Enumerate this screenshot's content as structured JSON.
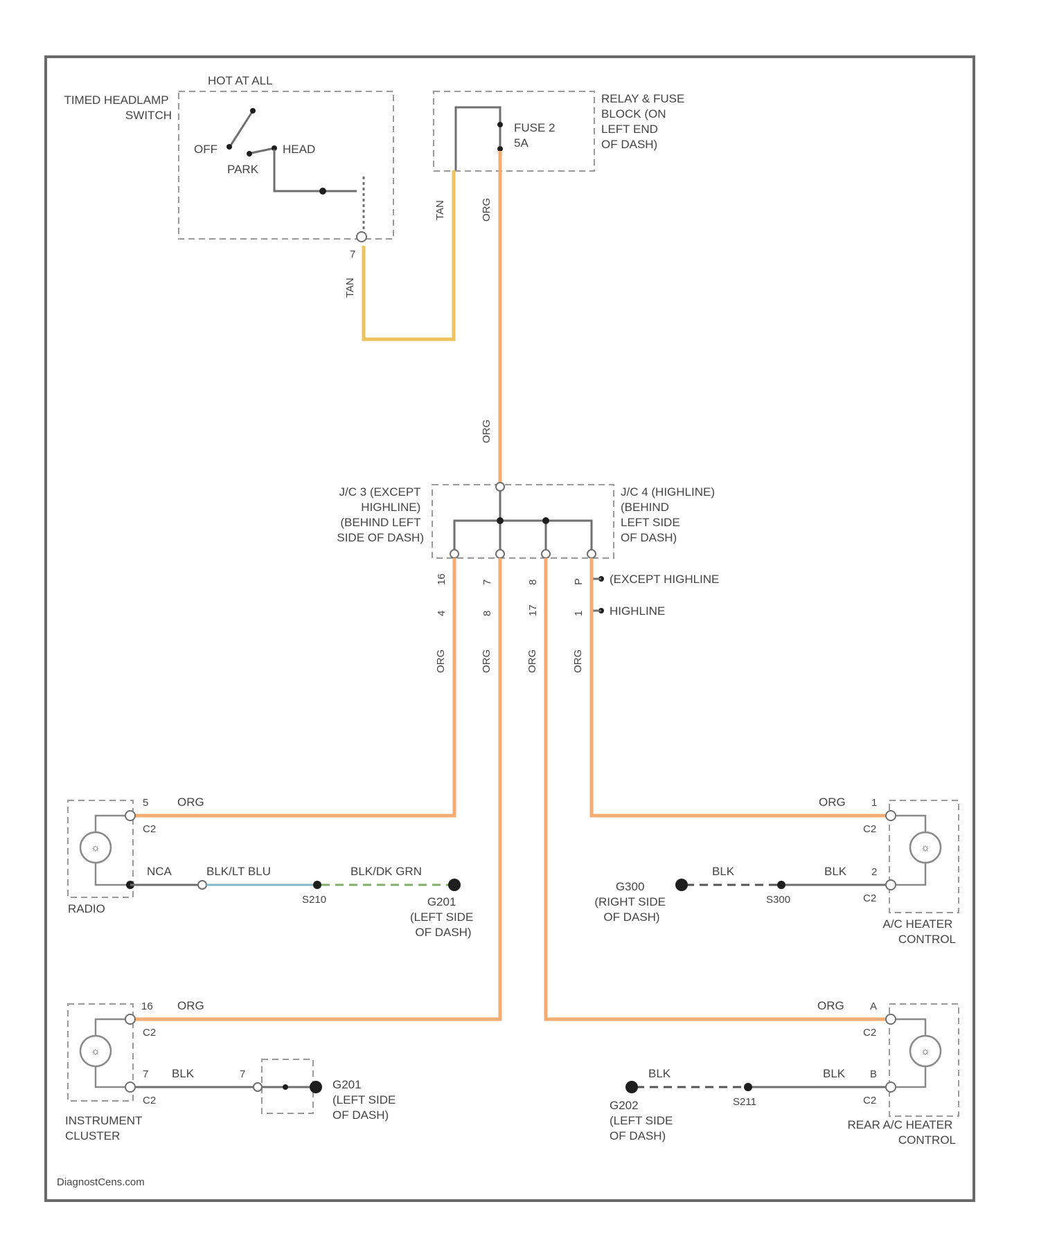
{
  "colors": {
    "orange": "#f2ab70",
    "tan": "#ecc35f",
    "gray": "#6f6f6f",
    "blu": "#7fb9c9",
    "grn": "#7fae6a",
    "black": "#1e1e1e"
  },
  "watermark": "DiagnostCens.com",
  "headlamp_switch": {
    "name": [
      "TIMED HEADLAMP",
      "SWITCH"
    ],
    "note": "HOT AT ALL",
    "positions": [
      "OFF",
      "PARK",
      "HEAD"
    ]
  },
  "fuse_block": {
    "fuse": [
      "FUSE 2",
      "5A"
    ],
    "location": [
      "RELAY & FUSE",
      "BLOCK (ON",
      "LEFT END",
      "OF DASH)"
    ]
  },
  "wires": {
    "tan": "TAN",
    "org": "ORG",
    "blk": "BLK",
    "nca": "NCA",
    "blk_lt_blu": "BLK/LT BLU",
    "blk_dk_grn": "BLK/DK GRN"
  },
  "junction": {
    "left_label": [
      "J/C 3 (EXCEPT",
      "HIGHLINE)",
      "(BEHIND LEFT",
      "SIDE OF DASH)"
    ],
    "right_label": [
      "J/C 4 (HIGHLINE)",
      "(BEHIND",
      "LEFT SIDE",
      "OF DASH)"
    ],
    "pins_row1": [
      "16",
      "7",
      "8",
      "P"
    ],
    "pins_row2": [
      "4",
      "8",
      "17",
      "1"
    ],
    "variant_1": "(EXCEPT HIGHLINE",
    "variant_2": "HIGHLINE"
  },
  "radio": {
    "name": "RADIO",
    "pin_top": "5",
    "conn_top": "C2",
    "splice": "S210",
    "ground": [
      "G201",
      "(LEFT SIDE",
      "OF DASH)"
    ]
  },
  "ac_heater": {
    "name": [
      "A/C HEATER",
      "CONTROL"
    ],
    "pin_top": "1",
    "conn_top": "C2",
    "pin_bottom": "2",
    "conn_bottom": "C2",
    "splice": "S300",
    "ground": [
      "G300",
      "(RIGHT SIDE",
      "OF DASH)"
    ]
  },
  "cluster": {
    "name": [
      "INSTRUMENT",
      "CLUSTER"
    ],
    "pin_top": "16",
    "conn_top": "C2",
    "pin_bottom": "7",
    "conn_bottom": "C2",
    "pin_inline": "7",
    "ground": [
      "G201",
      "(LEFT SIDE",
      "OF DASH)"
    ]
  },
  "rear_ac": {
    "name": [
      "REAR A/C HEATER",
      "CONTROL"
    ],
    "pin_top": "A",
    "conn_top": "C2",
    "pin_bottom": "B",
    "conn_bottom": "C2",
    "splice": "S211",
    "ground": [
      "G202",
      "(LEFT SIDE",
      "OF DASH)"
    ]
  }
}
